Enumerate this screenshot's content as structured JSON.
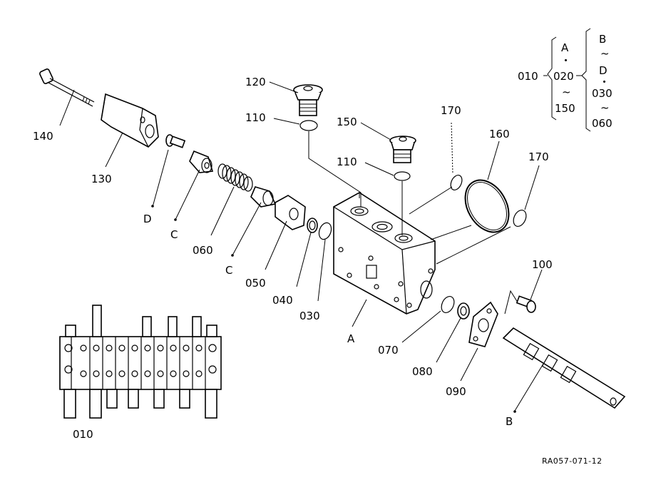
{
  "diagram": {
    "part_labels": {
      "p010_assembly": "010",
      "p010_bracket": "010",
      "p020": "020",
      "p030": "030",
      "p030_bracket": "030",
      "p040": "040",
      "p050": "050",
      "p060": "060",
      "p060_bracket": "060",
      "p070": "070",
      "p080": "080",
      "p090": "090",
      "p100": "100",
      "p110_top": "110",
      "p110_mid": "110",
      "p120": "120",
      "p130": "130",
      "p140": "140",
      "p150": "150",
      "p150_bracket": "150",
      "p160": "160",
      "p170_left": "170",
      "p170_right": "170"
    },
    "letter_labels": {
      "A_body": "A",
      "A_bracket": "A",
      "B_spool": "B",
      "B_bracket": "B",
      "C_upper": "C",
      "C_lower": "C",
      "D_screw": "D",
      "D_bracket": "D"
    },
    "bracket_symbols": {
      "dot1": "・",
      "tilde1": "~",
      "tilde2": "~",
      "dot2": "・",
      "tilde3": "~"
    },
    "reference_code": "RA057-071-12"
  }
}
